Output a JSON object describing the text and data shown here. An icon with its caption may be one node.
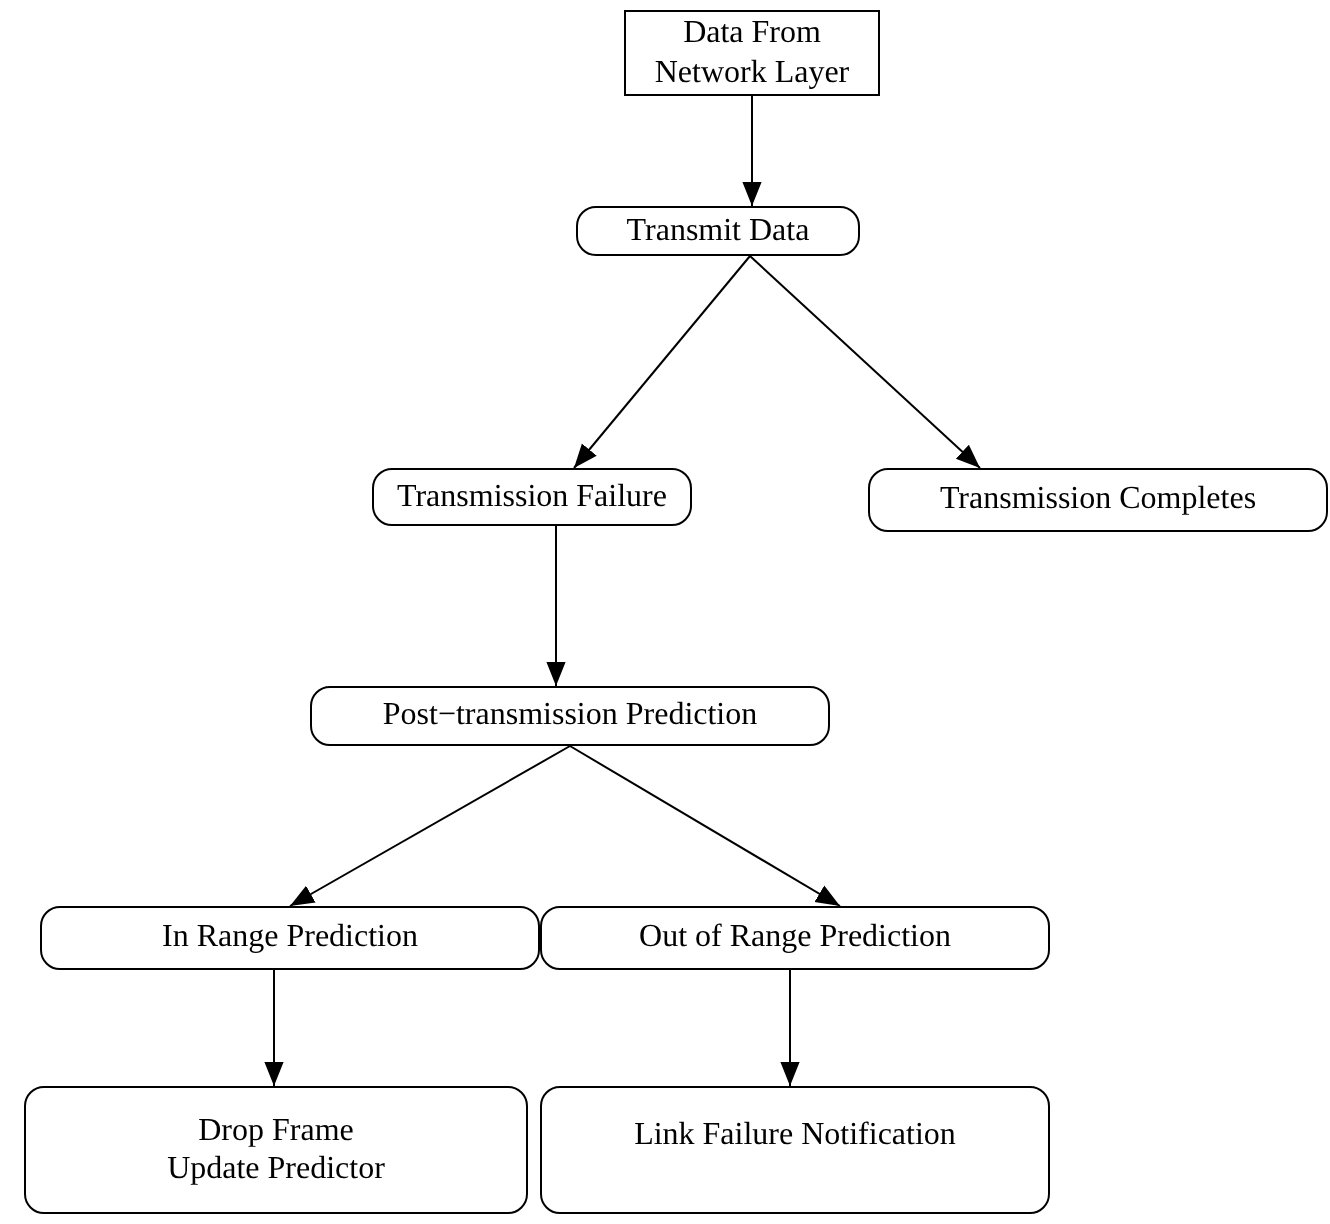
{
  "diagram": {
    "nodes": [
      {
        "text": [
          "Data From Network Layer"
        ]
      },
      {
        "text": [
          "Transmit Data"
        ]
      },
      {
        "text": [
          "Transmission Failure"
        ]
      },
      {
        "text": [
          "Transmission Completes"
        ]
      },
      {
        "text": [
          "Post−transmission Prediction"
        ]
      },
      {
        "text": [
          "In Range Prediction"
        ]
      },
      {
        "text": [
          "Out of Range Prediction"
        ]
      },
      {
        "text": [
          "Drop Frame",
          "Update Predictor"
        ]
      },
      {
        "text": [
          "Link Failure Notification"
        ]
      }
    ],
    "edges": [
      {
        "from": 0,
        "to": 1,
        "arrow": "to"
      },
      {
        "from": 1,
        "to": 2,
        "arrow": "to"
      },
      {
        "from": 1,
        "to": 3,
        "arrow": "to"
      },
      {
        "from": 2,
        "to": 4,
        "arrow": "to"
      },
      {
        "from": 4,
        "to": 5,
        "arrow": "to"
      },
      {
        "from": 4,
        "to": 6,
        "arrow": "to"
      },
      {
        "from": 5,
        "to": 7,
        "arrow": "to"
      },
      {
        "from": 6,
        "to": 8,
        "arrow": "to"
      }
    ]
  }
}
